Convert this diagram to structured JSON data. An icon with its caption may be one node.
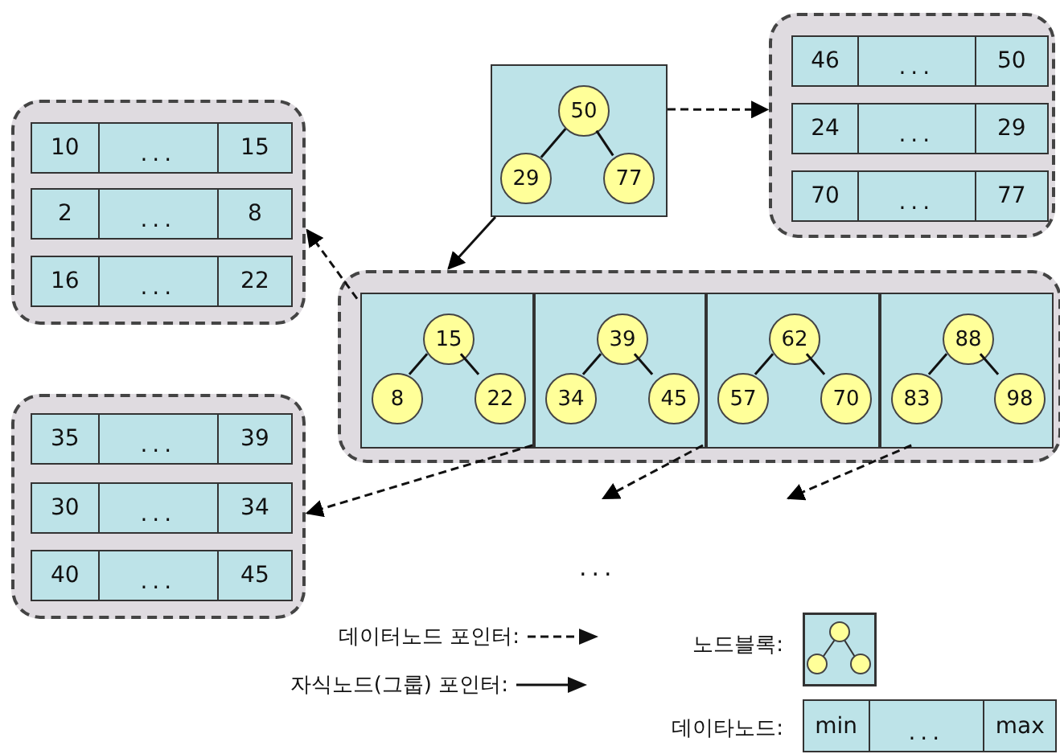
{
  "diagram": {
    "nodes": [
      {
        "text": [],
        "shape": "box"
      },
      {
        "text": [
          "50"
        ],
        "in": 0
      },
      {
        "text": [
          "29"
        ],
        "in": 0
      },
      {
        "text": [
          "77"
        ],
        "in": 0
      },
      {
        "text": [],
        "shape": "box"
      },
      {
        "text": [
          "46",
          "...",
          "50"
        ],
        "in": 4
      },
      {
        "text": [
          "24",
          "...",
          "29"
        ],
        "in": 4
      },
      {
        "text": [
          "70",
          "...",
          "77"
        ],
        "in": 4
      },
      {
        "text": [],
        "shape": "box"
      },
      {
        "text": [
          "10",
          "...",
          "15"
        ],
        "in": 8
      },
      {
        "text": [
          "2",
          "...",
          "8"
        ],
        "in": 8
      },
      {
        "text": [
          "16",
          "...",
          "22"
        ],
        "in": 8
      },
      {
        "text": [],
        "shape": "box"
      },
      {
        "text": [],
        "shape": "box",
        "in": 12
      },
      {
        "text": [
          "15"
        ],
        "in": 13
      },
      {
        "text": [
          "8"
        ],
        "in": 13
      },
      {
        "text": [
          "22"
        ],
        "in": 13
      },
      {
        "text": [],
        "shape": "box",
        "in": 12
      },
      {
        "text": [
          "39"
        ],
        "in": 17
      },
      {
        "text": [
          "34"
        ],
        "in": 17
      },
      {
        "text": [
          "45"
        ],
        "in": 17
      },
      {
        "text": [],
        "shape": "box",
        "in": 12
      },
      {
        "text": [
          "62"
        ],
        "in": 21
      },
      {
        "text": [
          "57"
        ],
        "in": 21
      },
      {
        "text": [
          "70"
        ],
        "in": 21
      },
      {
        "text": [],
        "shape": "box",
        "in": 12
      },
      {
        "text": [
          "88"
        ],
        "in": 25
      },
      {
        "text": [
          "83"
        ],
        "in": 25
      },
      {
        "text": [
          "98"
        ],
        "in": 25
      },
      {
        "text": [],
        "shape": "box"
      },
      {
        "text": [
          "35",
          "...",
          "39"
        ],
        "in": 29
      },
      {
        "text": [
          "30",
          "...",
          "34"
        ],
        "in": 29
      },
      {
        "text": [
          "40",
          "...",
          "45"
        ],
        "in": 29
      }
    ],
    "edges": [
      {
        "from": 1,
        "to": 2,
        "arrow": "none"
      },
      {
        "from": 1,
        "to": 3,
        "arrow": "none"
      },
      {
        "from": 0,
        "to": 4,
        "arrow": "to",
        "style": "dashed"
      },
      {
        "from": 0,
        "to": 12,
        "arrow": "to"
      },
      {
        "from": 13,
        "to": 8,
        "arrow": "to",
        "style": "dashed"
      },
      {
        "from": 17,
        "to": 29,
        "arrow": "to",
        "style": "dashed"
      },
      {
        "from": 21,
        "to": null,
        "arrow": "to",
        "style": "dashed"
      },
      {
        "from": 25,
        "to": null,
        "arrow": "to",
        "style": "dashed"
      },
      {
        "from": 14,
        "to": 15,
        "arrow": "none"
      },
      {
        "from": 14,
        "to": 16,
        "arrow": "none"
      },
      {
        "from": 18,
        "to": 19,
        "arrow": "none"
      },
      {
        "from": 18,
        "to": 20,
        "arrow": "none"
      },
      {
        "from": 22,
        "to": 23,
        "arrow": "none"
      },
      {
        "from": 22,
        "to": 24,
        "arrow": "none"
      },
      {
        "from": 26,
        "to": 27,
        "arrow": "none"
      },
      {
        "from": 26,
        "to": 28,
        "arrow": "none"
      }
    ],
    "labels": [
      "...",
      "min",
      "...",
      "max"
    ],
    "legend": [
      {
        "text": "데이터노드 포인터:"
      },
      {
        "text": "자식노드(그룹) 포인터:"
      },
      {
        "text": "노드블록:"
      },
      {
        "text": "데이타노드:"
      }
    ]
  }
}
